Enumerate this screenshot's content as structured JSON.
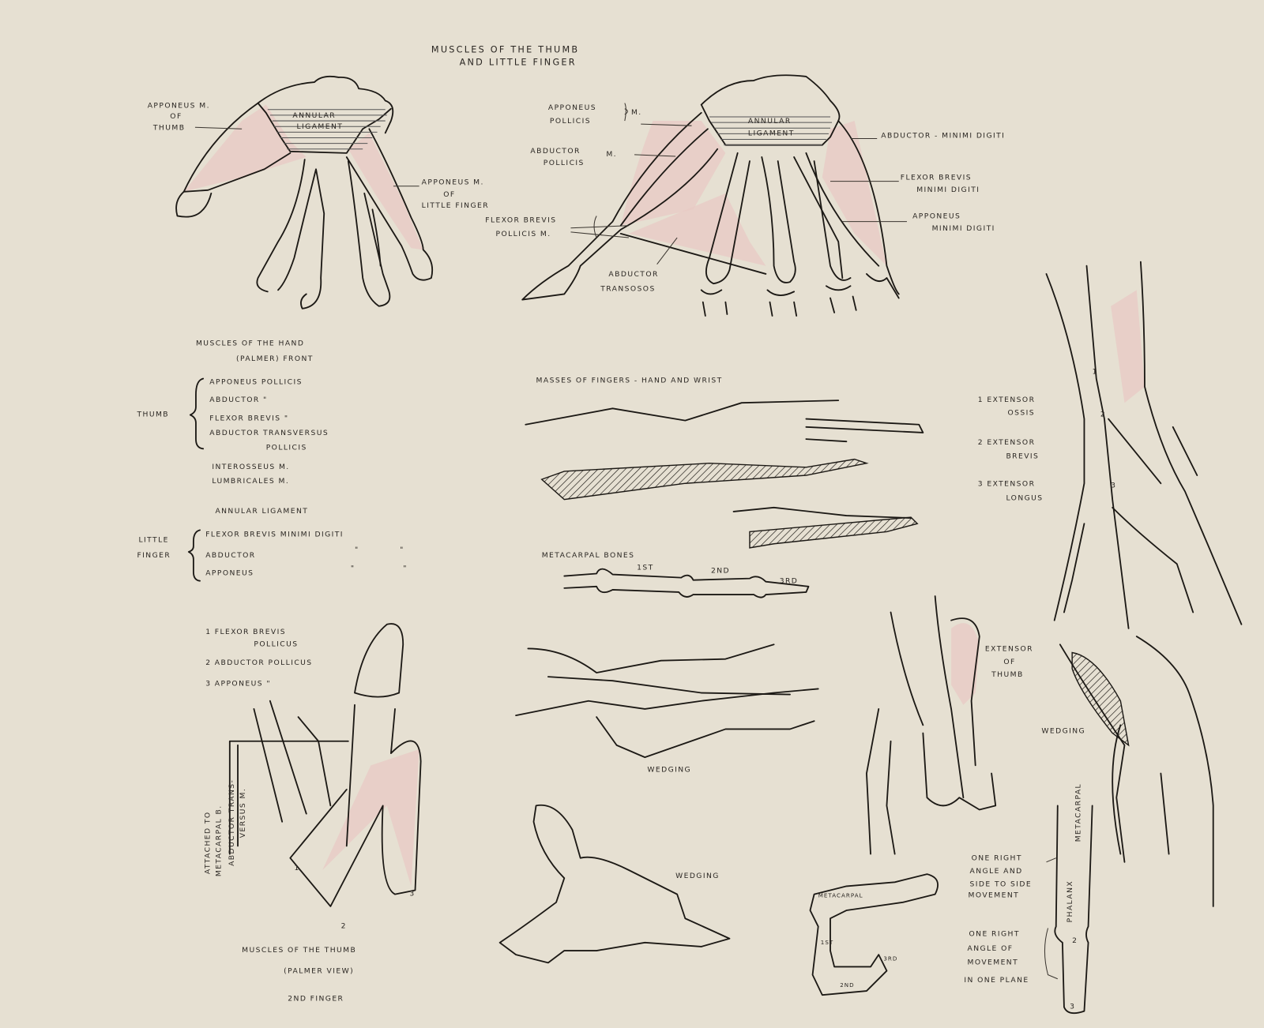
{
  "paper_color": "#e6e0d2",
  "ink_color": "#1c1915",
  "muscle_tint": "#e8c9c4",
  "title": [
    "MUSCLES OF THE THUMB",
    "AND LITTLE FINGER"
  ],
  "left_hand": {
    "thumb_label": [
      "APPONEUS M.",
      "OF",
      "THUMB"
    ],
    "ligament": [
      "ANNULAR",
      "LIGAMENT"
    ],
    "little_label": [
      "APPONEUS M.",
      "OF",
      "LITTLE FINGER"
    ]
  },
  "right_hand": {
    "apponeus": [
      "APPONEUS",
      "POLLICIS",
      "M."
    ],
    "abductor": [
      "ABDUCTOR",
      "POLLICIS",
      "M."
    ],
    "flexor": [
      "FLEXOR BREVIS",
      "POLLICIS M."
    ],
    "ligament": [
      "ANNULAR",
      "LIGAMENT"
    ],
    "abductor_minimi": "ABDUCTOR - MINIMI DIGITI",
    "flexor_minimi": [
      "FLEXOR BREVIS",
      "MINIMI DIGITI"
    ],
    "apponeus_minimi": [
      "APPONEUS",
      "MINIMI DIGITI"
    ],
    "abductor_trans": [
      "ABDUCTOR",
      "TRANSOSOS"
    ]
  },
  "hand_list": {
    "heading": [
      "MUSCLES OF THE HAND",
      "(PALMER) FRONT"
    ],
    "thumb_group": "THUMB",
    "thumb_items": [
      "APPONEUS POLLICIS",
      "ABDUCTOR      \"",
      "FLEXOR BREVIS  \"",
      "ABDUCTOR TRANSVERSUS",
      "POLLICIS"
    ],
    "other_items": [
      "INTEROSSEUS M.",
      "LUMBRICALES M.",
      "ANNULAR LIGAMENT"
    ],
    "little_group": [
      "LITTLE",
      "FINGER"
    ],
    "little_items": [
      "FLEXOR BREVIS MINIMI DIGITI",
      "ABDUCTOR",
      "APPONEUS"
    ],
    "ditto": "\""
  },
  "masses": {
    "heading": "MASSES OF FINGERS - HAND AND WRIST",
    "metacarpal": "METACARPAL BONES",
    "bones": [
      "1ST",
      "2ND",
      "3RD"
    ],
    "wedging": [
      "WEDGING",
      "WEDGING"
    ]
  },
  "extensors": {
    "items": [
      [
        "1 EXTENSOR",
        "OSSIS"
      ],
      [
        "2 EXTENSOR",
        "BREVIS"
      ],
      [
        "3 EXTENSOR",
        "LONGUS"
      ]
    ],
    "numbers": [
      "1",
      "2",
      "3"
    ]
  },
  "thumb_view": {
    "legend": [
      "1 FLEXOR BREVIS",
      "POLLICUS",
      "2 ABDUCTOR POLLICUS",
      "3 APPONEUS   \""
    ],
    "attached": [
      "ATTACHED TO",
      "METACARPAL B."
    ],
    "transversus": [
      "ABDUCTOR TRANS-",
      "VERSUS M."
    ],
    "numbers": [
      "1",
      "2",
      "3"
    ],
    "caption": [
      "MUSCLES OF THE THUMB",
      "(PALMER VIEW)",
      "2ND FINGER"
    ]
  },
  "thumb_side": {
    "extensor": [
      "EXTENSOR",
      "OF",
      "THUMB"
    ],
    "wedging": "WEDGING",
    "metacarpal": "METACARPAL",
    "bones": [
      "1ST",
      "2ND",
      "3RD"
    ]
  },
  "joints": {
    "metacarpal": "METACARPAL",
    "phalanx": "PHALANX",
    "first": [
      "ONE RIGHT",
      "ANGLE AND",
      "SIDE TO SIDE",
      "MOVEMENT"
    ],
    "second": [
      "ONE RIGHT",
      "ANGLE OF",
      "MOVEMENT",
      "IN ONE PLANE"
    ],
    "numbers": [
      "2",
      "3"
    ]
  }
}
